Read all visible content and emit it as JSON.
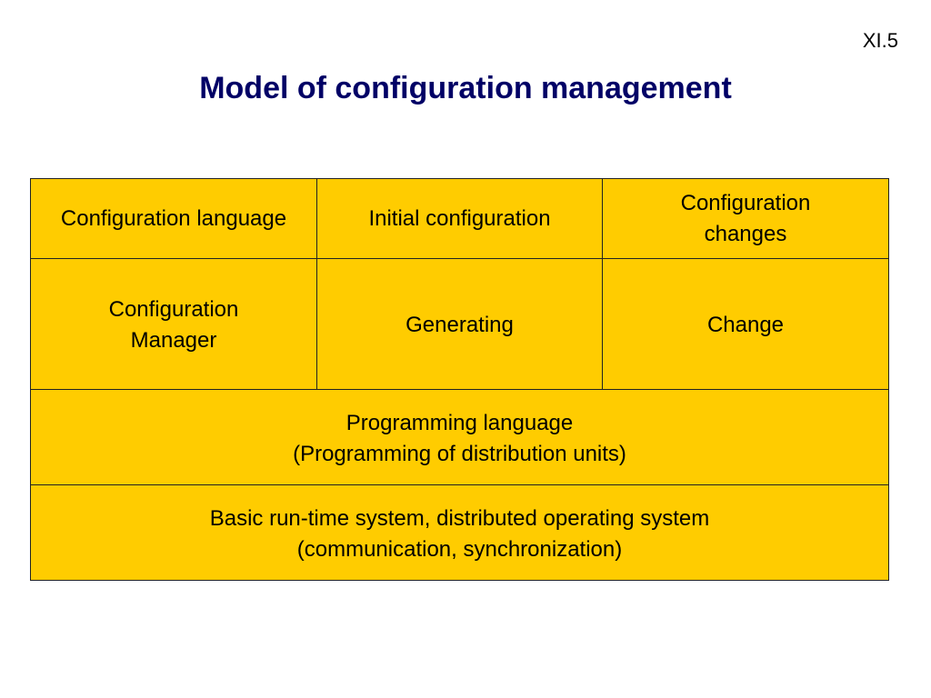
{
  "slide": {
    "number": "XI.5",
    "title": "Model of configuration management"
  },
  "diagram": {
    "colors": {
      "box_fill": "#ffcc00",
      "border": "#222222",
      "title": "#000066"
    },
    "top_row": [
      "Configuration language",
      "Initial configuration",
      "Configuration\nchanges"
    ],
    "middle_row": [
      "Configuration\nManager",
      "Generating",
      "Change"
    ],
    "programming_layer": "Programming language\n(Programming of distribution units)",
    "runtime_layer": "Basic run-time system, distributed operating system\n(communication, synchronization)"
  }
}
